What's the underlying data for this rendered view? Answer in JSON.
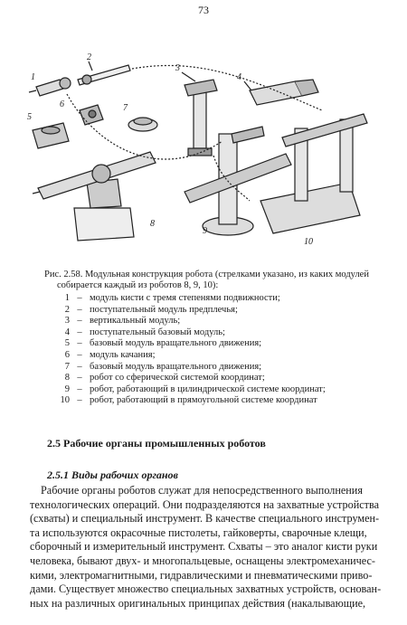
{
  "page_number": "73",
  "figure": {
    "labels": [
      "1",
      "2",
      "3",
      "4",
      "5",
      "6",
      "7",
      "8",
      "9",
      "10"
    ]
  },
  "caption": {
    "lines": [
      "Рис. 2.58. Модульная конструкция робота (стрелками указано, из каких модулей",
      "собирается каждый из роботов 8, 9, 10):"
    ]
  },
  "legend": [
    {
      "num": "1",
      "dash": "–",
      "text": "модуль кисти с тремя степенями подвижности;"
    },
    {
      "num": "2",
      "dash": "–",
      "text": "поступательный модуль предплечья;"
    },
    {
      "num": "3",
      "dash": "–",
      "text": "вертикальный модуль;"
    },
    {
      "num": "4",
      "dash": "–",
      "text": "поступательный базовый модуль;"
    },
    {
      "num": "5",
      "dash": "–",
      "text": "базовый модуль вращательного движения;"
    },
    {
      "num": "6",
      "dash": "–",
      "text": "модуль качания;"
    },
    {
      "num": "7",
      "dash": "–",
      "text": "базовый модуль вращательного движения;"
    },
    {
      "num": "8",
      "dash": "–",
      "text": "робот со сферической системой координат;"
    },
    {
      "num": "9",
      "dash": "–",
      "text": "робот, работающий в цилиндрической системе координат;"
    },
    {
      "num": "10",
      "dash": "–",
      "text": "робот, работающий в прямоугольной системе координат"
    }
  ],
  "section_heading": "2.5 Рабочие органы промышленных роботов",
  "subsection_heading": "2.5.1 Виды рабочих органов",
  "body_lines": [
    "Рабочие органы роботов служат для непосредственного выполнения",
    "технологических операций. Они подразделяются на захватные устройства",
    "(схваты) и специальный инструмент. В качестве специального инструмен-",
    "та используются окрасочные пистолеты, гайковерты, сварочные клещи,",
    "сборочный и измерительный инструмент. Схваты – это аналог кисти руки",
    "человека, бывают двух- и многопальцевые, оснащены электромеханичес-",
    "кими, электромагнитными, гидравлическими и пневматическими приво-",
    "дами. Существует множество специальных захватных устройств, основан-",
    "ных на различных оригинальных принципах действия (накалывающие,"
  ]
}
